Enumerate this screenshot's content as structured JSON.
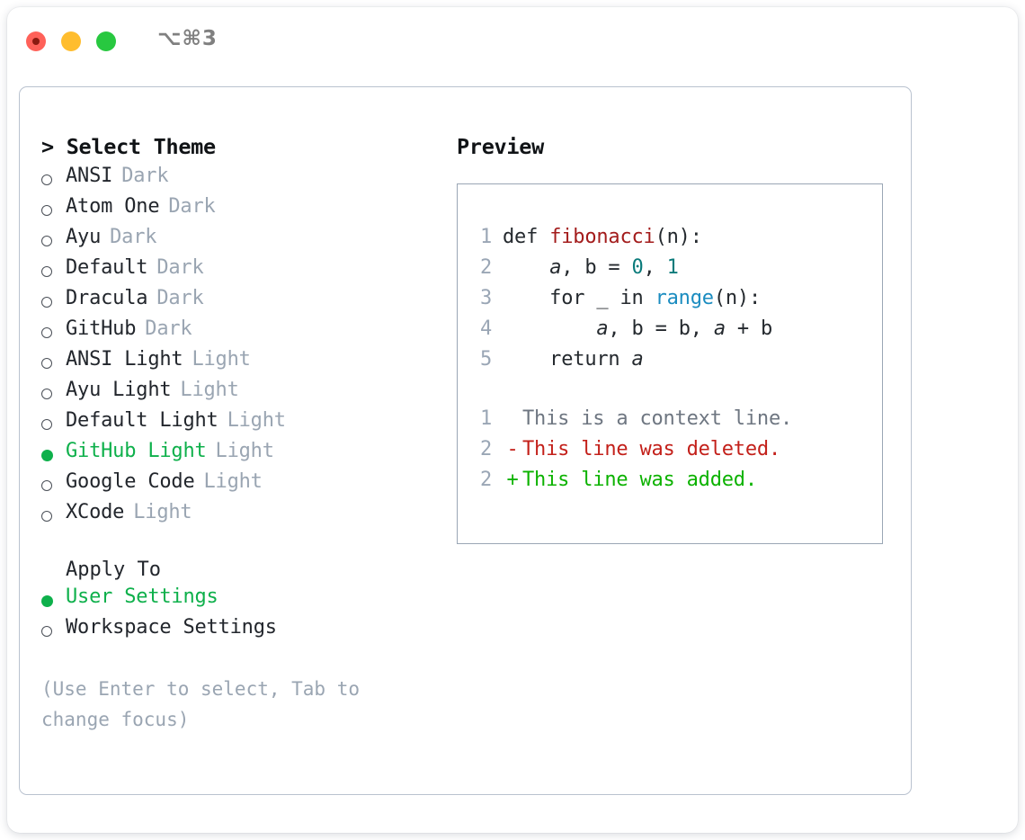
{
  "window": {
    "shortcut_label": "⌥⌘3",
    "traffic_lights": [
      "close-red",
      "minimize-yellow",
      "maximize-green"
    ]
  },
  "theme_selector": {
    "title": "> Select Theme",
    "options": [
      {
        "marker": "ring",
        "name": "ANSI",
        "suffix": "Dark",
        "selected": false
      },
      {
        "marker": "ring",
        "name": "Atom One",
        "suffix": "Dark",
        "selected": false
      },
      {
        "marker": "ring",
        "name": "Ayu",
        "suffix": "Dark",
        "selected": false
      },
      {
        "marker": "ring",
        "name": "Default",
        "suffix": "Dark",
        "selected": false
      },
      {
        "marker": "ring",
        "name": "Dracula",
        "suffix": "Dark",
        "selected": false
      },
      {
        "marker": "ring",
        "name": "GitHub",
        "suffix": "Dark",
        "selected": false
      },
      {
        "marker": "ring",
        "name": "ANSI Light",
        "suffix": "Light",
        "selected": false
      },
      {
        "marker": "ring",
        "name": "Ayu Light",
        "suffix": "Light",
        "selected": false
      },
      {
        "marker": "ring",
        "name": "Default Light",
        "suffix": "Light",
        "selected": false
      },
      {
        "marker": "dot",
        "name": "GitHub Light",
        "suffix": "Light",
        "selected": true
      },
      {
        "marker": "ring",
        "name": "Google Code",
        "suffix": "Light",
        "selected": false
      },
      {
        "marker": "ring",
        "name": "XCode",
        "suffix": "Light",
        "selected": false
      }
    ]
  },
  "apply_to": {
    "title": "Apply To",
    "options": [
      {
        "marker": "dot",
        "name": "User Settings",
        "selected": true
      },
      {
        "marker": "ring",
        "name": "Workspace Settings",
        "selected": false
      }
    ]
  },
  "hint": {
    "text": "(Use Enter to select, Tab to change focus)"
  },
  "preview": {
    "title": "Preview",
    "code_lines": [
      {
        "no": "1",
        "tokens": [
          {
            "t": "def ",
            "c": "def"
          },
          {
            "t": "fibonacci",
            "c": "fn"
          },
          {
            "t": "(n):",
            "c": "plain"
          }
        ]
      },
      {
        "no": "2",
        "tokens": [
          {
            "t": "    ",
            "c": "plain"
          },
          {
            "t": "a",
            "c": "var"
          },
          {
            "t": ", b = ",
            "c": "plain"
          },
          {
            "t": "0",
            "c": "num"
          },
          {
            "t": ", ",
            "c": "plain"
          },
          {
            "t": "1",
            "c": "num"
          }
        ]
      },
      {
        "no": "3",
        "tokens": [
          {
            "t": "    for _ in ",
            "c": "plain"
          },
          {
            "t": "range",
            "c": "builtin"
          },
          {
            "t": "(n):",
            "c": "plain"
          }
        ]
      },
      {
        "no": "4",
        "tokens": [
          {
            "t": "        ",
            "c": "plain"
          },
          {
            "t": "a",
            "c": "var"
          },
          {
            "t": ", b = b, ",
            "c": "plain"
          },
          {
            "t": "a",
            "c": "var"
          },
          {
            "t": " + b",
            "c": "plain"
          }
        ]
      },
      {
        "no": "5",
        "tokens": [
          {
            "t": "    return ",
            "c": "plain"
          },
          {
            "t": "a",
            "c": "var"
          }
        ]
      }
    ],
    "diff_lines": [
      {
        "no": "1",
        "sign": " ",
        "text": "This is a context line.",
        "kind": "ctx"
      },
      {
        "no": "2",
        "sign": "-",
        "text": "This line was deleted.",
        "kind": "del"
      },
      {
        "no": "2",
        "sign": "+",
        "text": "This line was added.",
        "kind": "add"
      }
    ]
  },
  "colors": {
    "accent_green": "#0eb04b",
    "muted": "#9aa5b2",
    "diff_add": "#0cb200",
    "diff_del": "#c3201a",
    "token_function": "#a31c1c",
    "token_number": "#0b7b7b",
    "token_builtin": "#1b8cc0",
    "panel_border": "#b9c2cf"
  }
}
